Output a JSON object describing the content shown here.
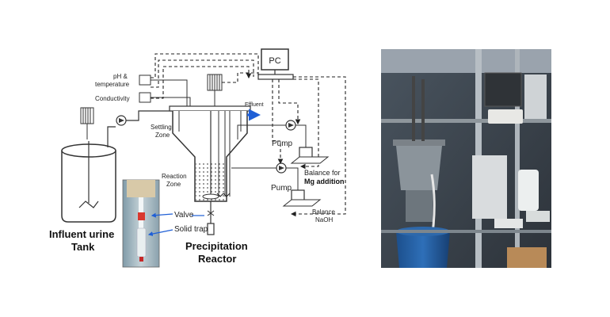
{
  "diagram": {
    "pc": "PC",
    "ph_line1": "pH &",
    "ph_line2": "temperature",
    "conductivity": "Conductivity",
    "effluent": "Effluent",
    "settling_line1": "Settling",
    "settling_line2": "Zone",
    "reaction_line1": "Reaction",
    "reaction_line2": "Zone",
    "pump_upper": "Pump",
    "pump_lower": "Pump",
    "balance_mg_line1": "Balance for",
    "balance_mg_line2": "Mg addition",
    "balance_naoh_line1": "Balance",
    "balance_naoh_line2": "NaOH",
    "valve": "Valve",
    "solid_trap": "Solid trap",
    "tank_line1": "Influent urine",
    "tank_line2": "Tank",
    "reactor_line1": "Precipitation",
    "reactor_line2": "Reactor"
  },
  "colors": {
    "arrow_blue": "#1f5fd6",
    "line": "#333333",
    "photo_frame": "#5e6770"
  }
}
